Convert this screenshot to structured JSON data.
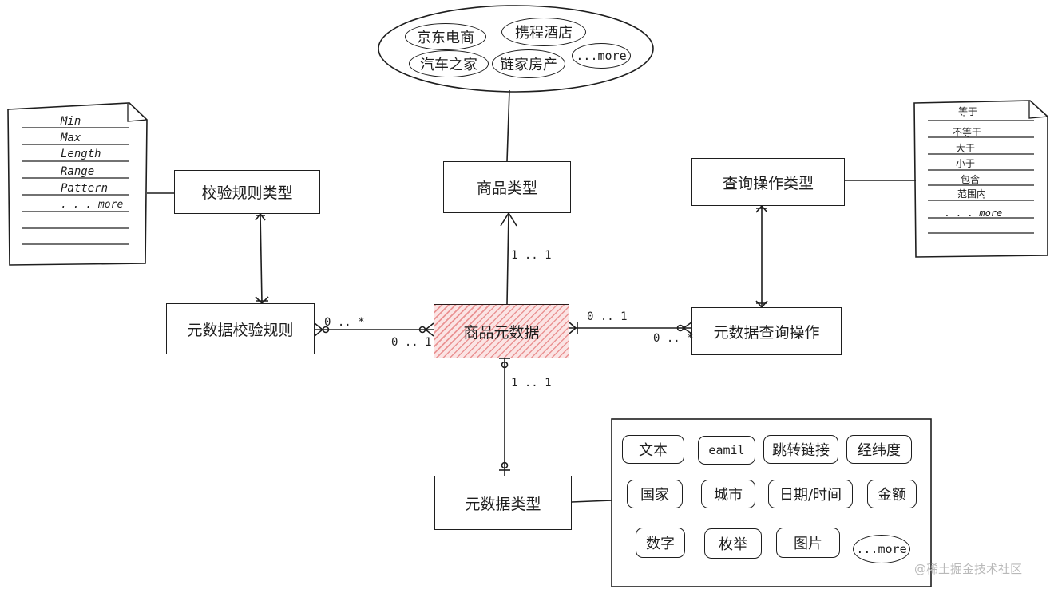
{
  "entities": {
    "center": "商品元数据",
    "product_type": "商品类型",
    "validation_rule_type": "校验规则类型",
    "query_op_type": "查询操作类型",
    "meta_validation_rule": "元数据校验规则",
    "meta_query_op": "元数据查询操作",
    "meta_data_type": "元数据类型"
  },
  "cardinality": {
    "center_to_type": "1 .. 1",
    "left_rule_side": "0 .. *",
    "left_center_side": "0 .. 1",
    "right_center_side": "0 .. 1",
    "right_query_side": "0 .. *",
    "down_center_side": "1 .. 1"
  },
  "product_categories": [
    "京东电商",
    "携程酒店",
    "汽车之家",
    "链家房产",
    "...more"
  ],
  "validation_rules": [
    "Min",
    "Max",
    "Length",
    "Range",
    "Pattern",
    ". . . more"
  ],
  "query_operations": [
    "等于",
    "不等于",
    "大于",
    "小于",
    "包含",
    "范围内",
    ". . . more"
  ],
  "data_types": [
    "文本",
    "eamil",
    "跳转链接",
    "经纬度",
    "国家",
    "城市",
    "日期/时间",
    "金额",
    "数字",
    "枚举",
    "图片",
    "...more"
  ],
  "watermark": "@稀土掘金技术社区"
}
